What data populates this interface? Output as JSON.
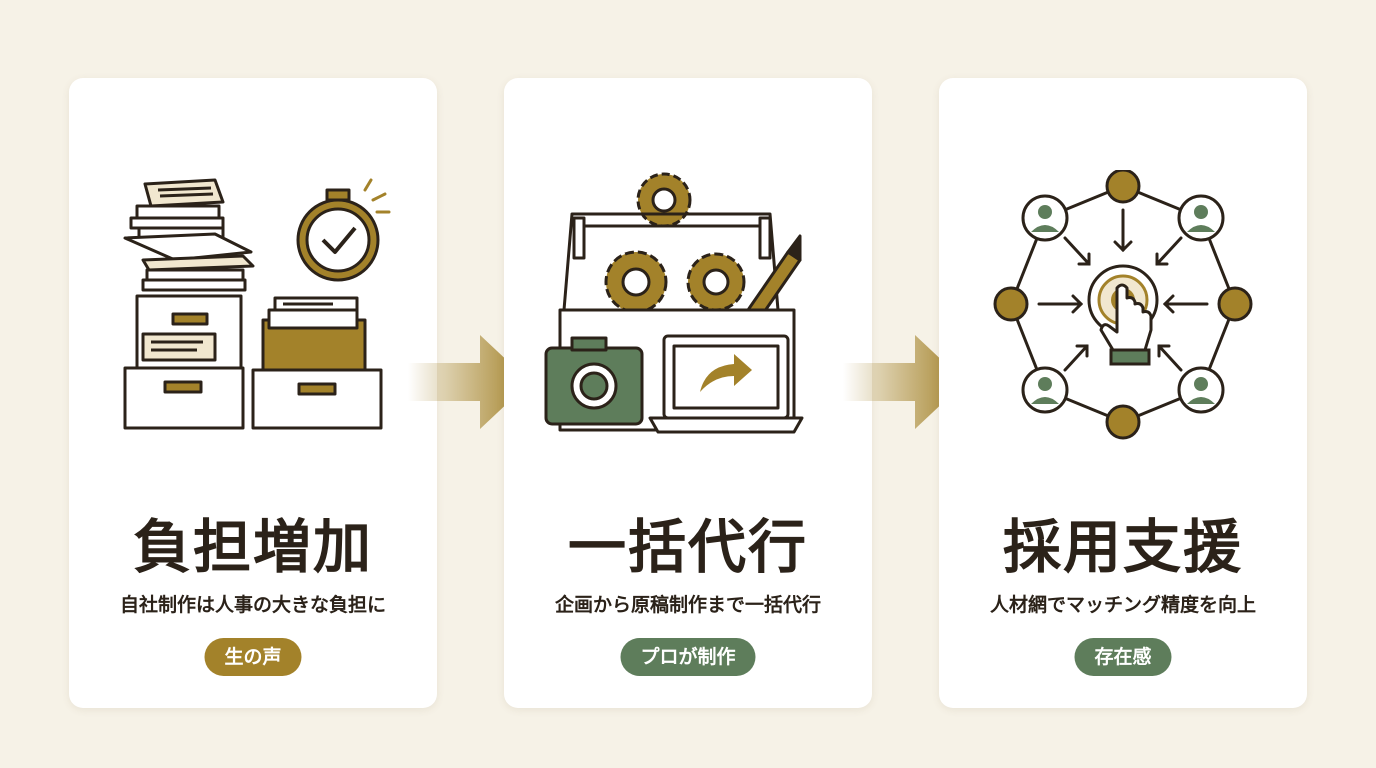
{
  "colors": {
    "background": "#f6f2e7",
    "card": "#ffffff",
    "text": "#2b2219",
    "gold": "#a3822a",
    "green": "#5e7d5b"
  },
  "cards": [
    {
      "title": "負担増加",
      "description": "自社制作は人事の大きな負担に",
      "badge": "生の声",
      "badge_color": "#a3822a",
      "icon": "paperwork-stopwatch-icon"
    },
    {
      "title": "一括代行",
      "description": "企画から原稿制作まで一括代行",
      "badge": "プロが制作",
      "badge_color": "#5e7d5b",
      "icon": "toolbox-gears-camera-laptop-icon"
    },
    {
      "title": "採用支援",
      "description": "人材網でマッチング精度を向上",
      "badge": "存在感",
      "badge_color": "#5e7d5b",
      "icon": "talent-network-target-icon"
    }
  ]
}
